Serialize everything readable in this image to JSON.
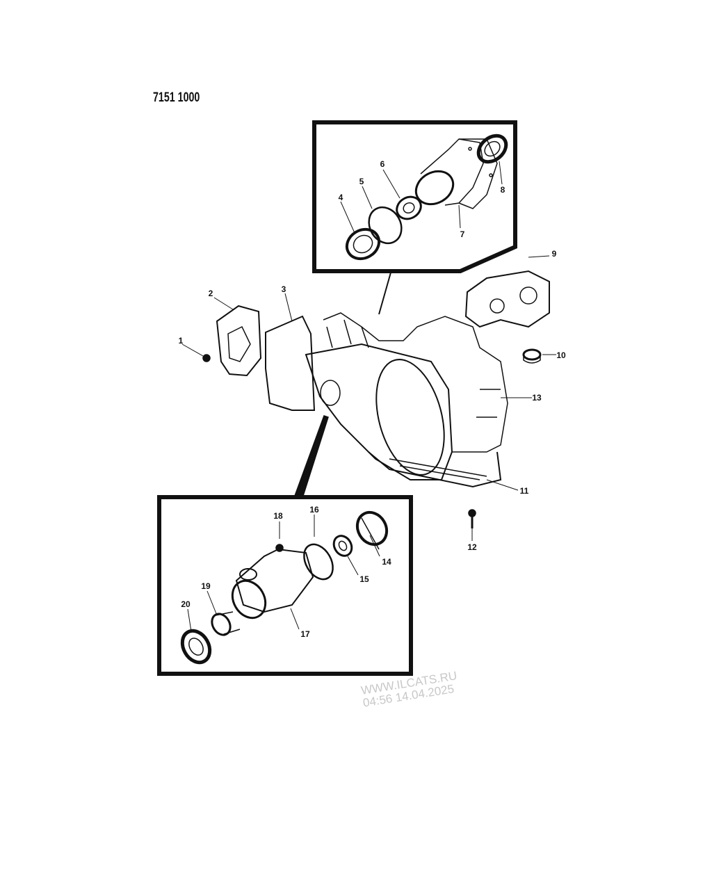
{
  "diagram": {
    "code": "7151 1000",
    "callouts": [
      "1",
      "2",
      "3",
      "4",
      "5",
      "6",
      "7",
      "8",
      "9",
      "10",
      "11",
      "12",
      "13",
      "14",
      "15",
      "16",
      "17",
      "18",
      "19",
      "20"
    ],
    "watermark": {
      "line1": "WWW.ILCATS.RU",
      "line2": "04:56 14.04.2025"
    }
  }
}
